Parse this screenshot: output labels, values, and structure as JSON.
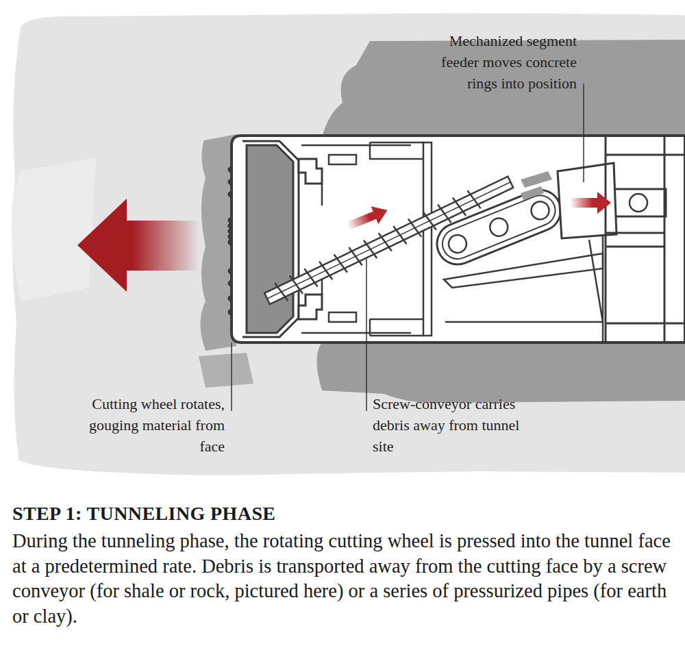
{
  "diagram": {
    "title": "STEP 1: TUNNELING PHASE",
    "caption": "During the tunneling phase, the rotating cutting wheel is pressed into the tunnel face at a predetermined rate. Debris is transported away from the cutting face by a screw conveyor (for shale or rock, pictured here) or a series of pressurized pipes (for earth or clay).",
    "labels": [
      "Mechanized segment feeder moves concrete rings into position",
      "Cutting wheel rotates, gouging material from face",
      "Screw-conveyor carries debris away from tunnel site"
    ]
  }
}
